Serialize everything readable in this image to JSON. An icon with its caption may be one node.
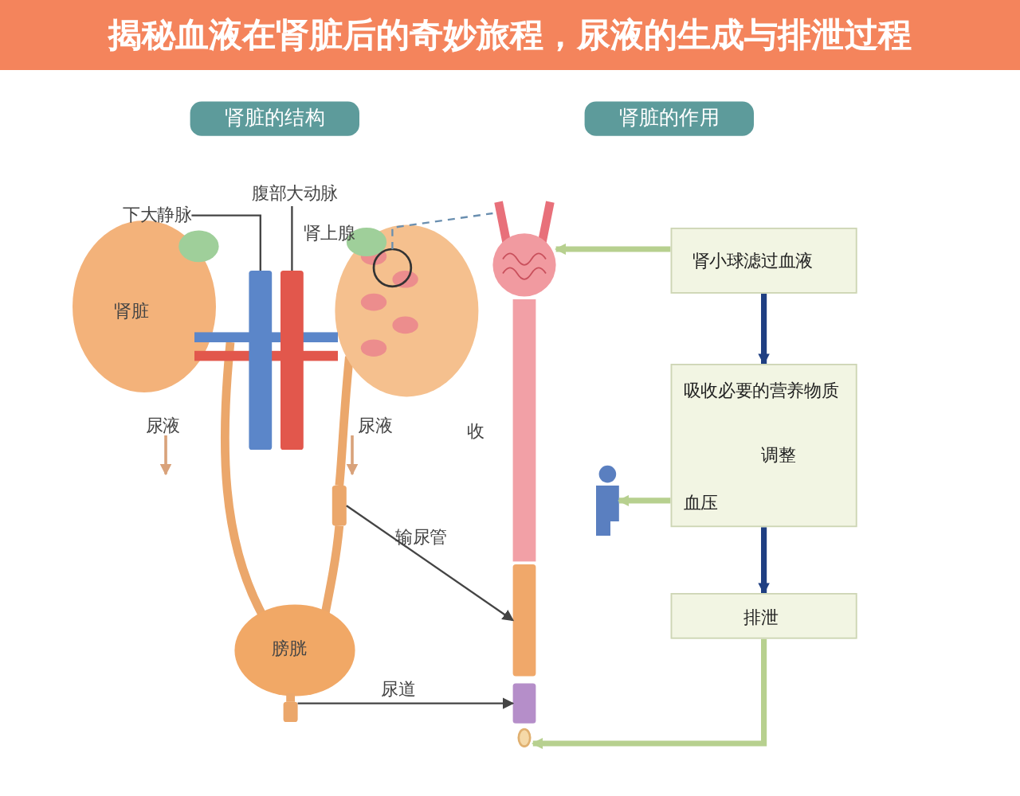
{
  "diagram": {
    "title": "揭秘血液在肾脏后的奇妙旅程，尿液的生成与排泄过程",
    "nodes": [
      {
        "text": [
          "肾脏的结构"
        ]
      },
      {
        "text": [
          "肾脏的作用"
        ]
      },
      {
        "text": [
          "下大静脉"
        ]
      },
      {
        "text": [],
        "shape": "box"
      },
      {
        "text": [
          "腹部大动脉"
        ]
      },
      {
        "text": [],
        "shape": "box"
      },
      {
        "text": [],
        "shape": "circle"
      },
      {
        "text": [],
        "shape": "box"
      },
      {
        "text": [],
        "shape": "box"
      },
      {
        "text": [],
        "shape": "box"
      },
      {
        "text": [],
        "shape": "box"
      },
      {
        "text": [],
        "shape": "picture"
      },
      {
        "text": [
          "肾小球滤过血液"
        ]
      },
      {
        "text": [
          "吸收必要的营养物质",
          "血压",
          "调整"
        ]
      },
      {
        "text": [],
        "shape": "person"
      },
      {
        "text": [
          "排泄"
        ]
      },
      {
        "text": [],
        "shape": "circle"
      }
    ],
    "edges": [
      {
        "from": 2,
        "to": 3,
        "arrow": "none"
      },
      {
        "from": 4,
        "to": 5,
        "arrow": "none"
      },
      {
        "from": 6,
        "to": 11,
        "arrow": "none",
        "style": "dashed",
        "color": "#6a8fb0"
      },
      {
        "from": 7,
        "to": 8,
        "arrow": "to",
        "label": "输尿管"
      },
      {
        "from": 9,
        "to": 10,
        "arrow": "to",
        "label": "尿道"
      },
      {
        "from": 12,
        "to": 11,
        "arrow": "to",
        "style": "thick",
        "color": "#b7d08f"
      },
      {
        "from": 12,
        "to": 13,
        "arrow": "to",
        "style": "thick",
        "color": "#1f3f82"
      },
      {
        "from": 13,
        "to": 14,
        "arrow": "to",
        "style": "thick",
        "color": "#b7d08f"
      },
      {
        "from": 13,
        "to": 15,
        "arrow": "to",
        "style": "thick",
        "color": "#1f3f82"
      },
      {
        "from": 15,
        "to": 16,
        "arrow": "to",
        "style": "thick",
        "color": "#b7d08f"
      }
    ],
    "labels": [
      "肾上腺",
      "肾脏",
      "尿液",
      "尿液",
      "收",
      "膀胱"
    ]
  }
}
